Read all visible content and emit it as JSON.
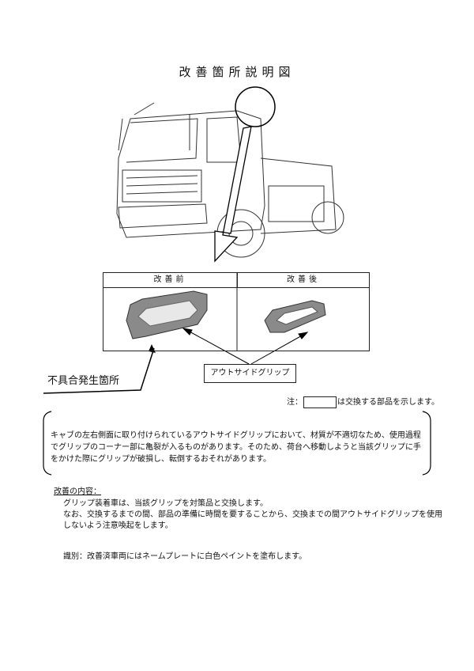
{
  "title": "改善箇所説明図",
  "table": {
    "before": "改善前",
    "after": "改善後"
  },
  "part_label": "アウトサイドグリップ",
  "defect_label": "不具合発生箇所",
  "note": {
    "prefix": "注：",
    "suffix": "は交換する部品を示します。"
  },
  "description": "キャブの左右側面に取り付けられているアウトサイドグリップにおいて、材質が不適切なため、使用過程でグリップのコーナー部に亀裂が入るものがあります。そのため、荷台へ移動しようと当該グリップに手をかけた際にグリップが破損し、転倒するおそれがあります。",
  "content": {
    "heading": "改善の内容：",
    "lines": [
      "グリップ装着車は、当該グリップを対策品と交換します。",
      "なお、交換するまでの間、部品の準備に時間を要することから、交換までの間アウトサイドグリップを使用しないよう注意喚起をします。"
    ],
    "identification": "識別：改善済車両にはネームプレートに白色ペイントを塗布します。"
  }
}
